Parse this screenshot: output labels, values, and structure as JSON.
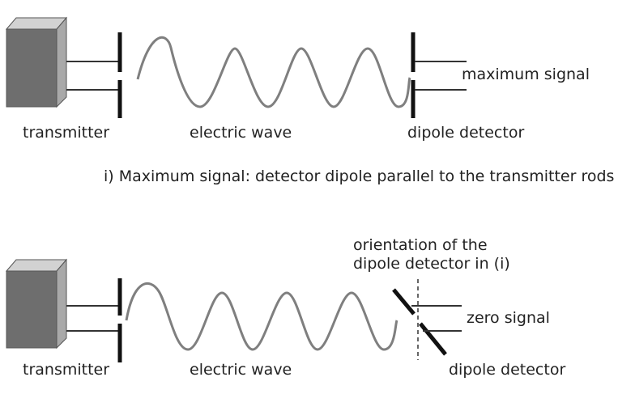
{
  "panel_i": {
    "transmitter_label": "transmitter",
    "wave_label": "electric wave",
    "detector_label": "dipole detector",
    "signal_label": "maximum signal",
    "caption": "i) Maximum signal: detector dipole parallel to the transmitter rods"
  },
  "panel_ii": {
    "transmitter_label": "transmitter",
    "wave_label": "electric wave",
    "orientation_label_line1": "orientation of the",
    "orientation_label_line2": "dipole detector in (i)",
    "signal_label": "zero signal",
    "detector_label": "dipole detector"
  },
  "colors": {
    "wave": "#7f7f7f",
    "rod": "#111111",
    "wire": "#333333",
    "box_front": "#6e6e6e",
    "box_top": "#d2d2d2",
    "box_side": "#a9a9a9"
  }
}
